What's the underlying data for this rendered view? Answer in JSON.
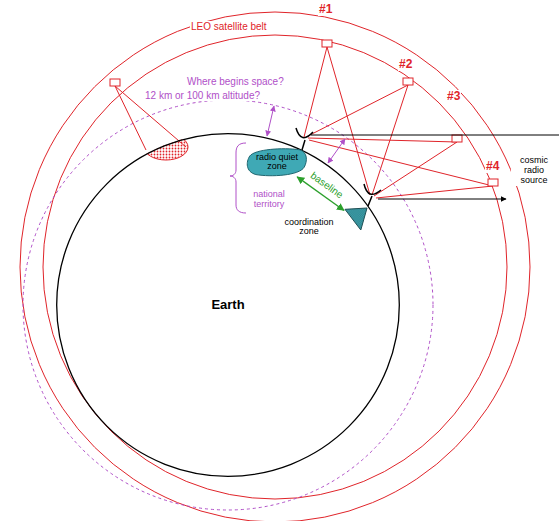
{
  "diagram": {
    "nodes": [
      {
        "text": [
          "Earth"
        ]
      },
      {
        "text": [
          "radio quiet zone"
        ]
      },
      {
        "text": [
          "coordination zone"
        ]
      }
    ],
    "edges": [
      {
        "from": 1,
        "to": 2,
        "arrow": "both",
        "label": "baseline"
      }
    ],
    "labels": [
      "#1",
      "#2",
      "#3",
      "#4",
      "LEO satellite belt",
      "Where begins space?",
      "12 km or 100 km altitude?",
      "national territory",
      "cosmic radio source"
    ]
  }
}
